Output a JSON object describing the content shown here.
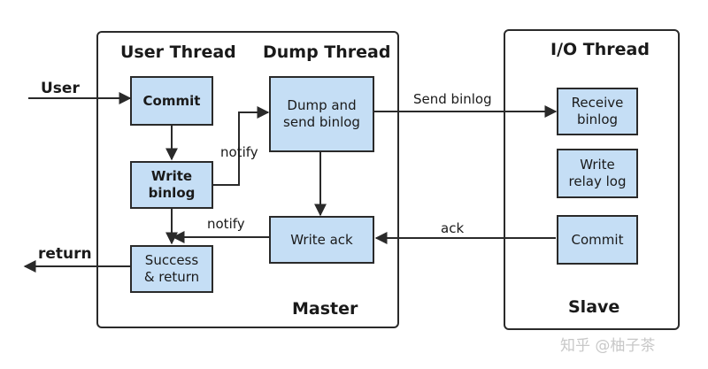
{
  "master": {
    "user_thread_title": "User Thread",
    "dump_thread_title": "Dump Thread",
    "footer": "Master",
    "nodes": {
      "commit": "Commit",
      "write_binlog": "Write\nbinlog",
      "success_return": "Success\n& return",
      "dump_send": "Dump and\nsend binlog",
      "write_ack": "Write ack"
    }
  },
  "slave": {
    "title": "I/O Thread",
    "footer": "Slave",
    "nodes": {
      "receive_binlog": "Receive\nbinlog",
      "write_relay_log": "Write\nrelay log",
      "commit": "Commit"
    }
  },
  "edge_labels": {
    "user": "User",
    "return": "return",
    "notify_top": "notify",
    "notify_bottom": "notify",
    "send_binlog": "Send binlog",
    "ack": "ack"
  },
  "watermark": "知乎 @柚子茶",
  "colors": {
    "node_fill": "#c5def5",
    "stroke": "#2a2a2a"
  }
}
